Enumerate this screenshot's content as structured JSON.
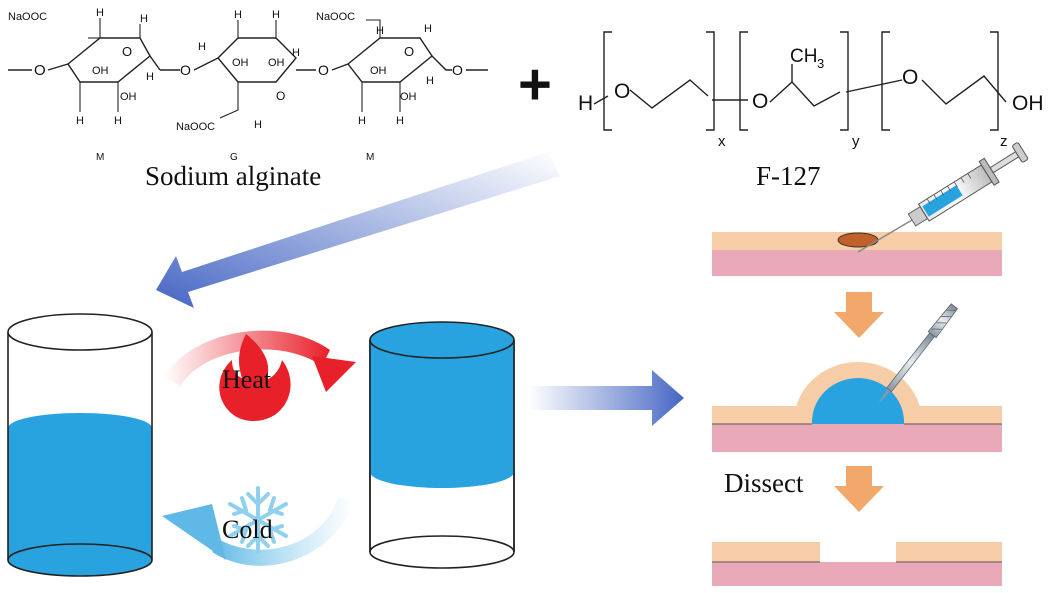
{
  "alginate": {
    "name": "Sodium alginate",
    "units": [
      "M",
      "G",
      "M"
    ],
    "atoms": {
      "naooc": "NaOOC",
      "oh": "OH",
      "h": "H",
      "o": "O"
    }
  },
  "plus_sign": "+",
  "f127": {
    "name": "F-127",
    "atoms": {
      "h": "H",
      "o": "O",
      "ch3": "CH",
      "ch3_sub": "3",
      "oh_end": "OH",
      "x": "x",
      "y": "y",
      "z": "z"
    }
  },
  "process": {
    "heat_label": "Heat",
    "cold_label": "Cold",
    "dissect_label": "Dissect"
  },
  "colors": {
    "gel_blue": "#29a3e0",
    "skin_top": "#f7cda7",
    "skin_bottom": "#eaa9b8",
    "arrow_orange": "#f2a86b",
    "heat_red": "#e8202a",
    "cold_blue": "#8fd0ef",
    "flow_arrow": "#4f6fc6"
  },
  "icons": [
    "flame-icon",
    "snowflake-icon",
    "syringe-icon",
    "needle-icon"
  ]
}
